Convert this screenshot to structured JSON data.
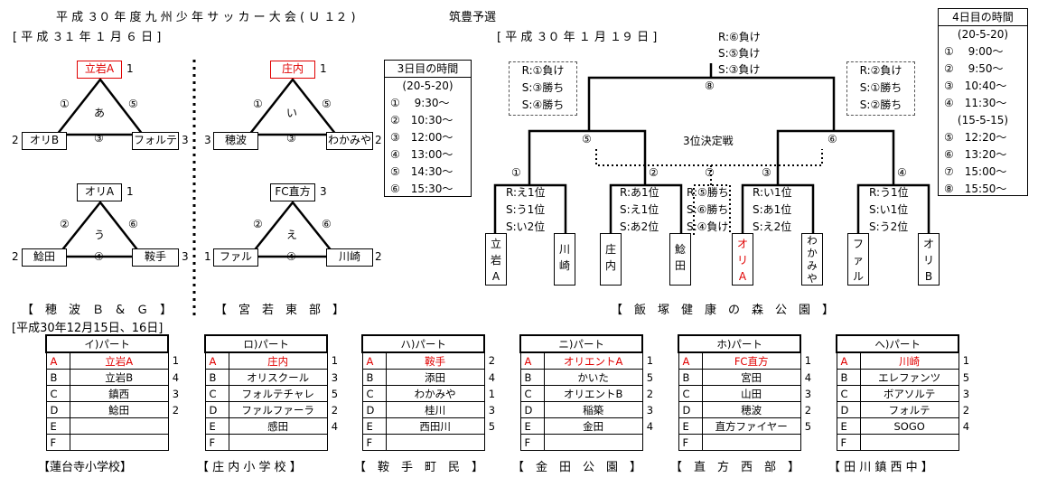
{
  "title": "平 成 ３０ 年 度 九 州 少 年 サ ッ カ ー 大 会 ( Ｕ １２ )",
  "subtitle": "筑豊予選",
  "day1_date": "[ 平 成 ３１ 年 １ 月 ６ 日 ]",
  "day4_date": "[ 平 成 ３０ 年 １ 月 １９ 日 ]",
  "groups": {
    "a": {
      "top": "立岩A",
      "top_n": "1",
      "left": "オリB",
      "left_n": "2",
      "right": "フォルテ",
      "right_n": "3",
      "center": "あ",
      "e1": "①",
      "e2": "⑤",
      "e3": "③"
    },
    "u": {
      "top": "オリA",
      "top_n": "1",
      "left": "鯰田",
      "left_n": "2",
      "right": "鞍手",
      "right_n": "3",
      "center": "う",
      "e1": "②",
      "e2": "⑥",
      "e3": "④"
    },
    "i": {
      "top": "庄内",
      "top_n": "1",
      "left": "穂波",
      "left_n": "3",
      "right": "わかみや",
      "right_n": "2",
      "center": "い",
      "e1": "①",
      "e2": "⑤",
      "e3": "③"
    },
    "e": {
      "top": "FC直方",
      "top_n": "3",
      "left": "ファル",
      "left_n": "1",
      "right": "川崎",
      "right_n": "2",
      "center": "え",
      "e1": "②",
      "e2": "⑥",
      "e3": "④"
    }
  },
  "day3": {
    "title": "3日目の時間",
    "sub": "(20-5-20)",
    "rows": [
      "①　 9:30～",
      "②　10:30～",
      "③　12:00～",
      "④　13:00～",
      "⑤　14:30～",
      "⑥　15:30～"
    ]
  },
  "day4": {
    "title": "4日目の時間",
    "sub1": "(20-5-20)",
    "rows1": [
      "①　 9:00～",
      "②　 9:50～",
      "③　10:40～",
      "④　11:30～"
    ],
    "sub2": "(15-5-15)",
    "rows2": [
      "⑤　12:20～",
      "⑥　13:20～",
      "⑦　15:00～",
      "⑧　15:50～"
    ]
  },
  "bracket": {
    "final_rule": [
      "R:⑥負け",
      "S:⑤負け",
      "S:③負け"
    ],
    "left_rule": [
      "R:①負け",
      "S:③勝ち",
      "S:④勝ち"
    ],
    "right_rule": [
      "R:②負け",
      "S:①勝ち",
      "S:②勝ち"
    ],
    "third": "3位決定戦",
    "m8": "⑧",
    "m5": "⑤",
    "m6": "⑥",
    "m1": "①",
    "m2": "②",
    "m3": "③",
    "m4": "④",
    "m7": "⑦",
    "s1": [
      "R:え1位",
      "S:う1位",
      "S:い2位"
    ],
    "s2": [
      "R:あ1位",
      "S:え1位",
      "S:あ2位"
    ],
    "s7": [
      "R:⑤勝ち",
      "S:⑥勝ち",
      "S:④負け"
    ],
    "s3": [
      "R:い1位",
      "S:あ1位",
      "S:え2位"
    ],
    "s4": [
      "R:う1位",
      "S:い1位",
      "S:う2位"
    ],
    "teams": [
      "立岩A",
      "川崎",
      "庄内",
      "鯰田",
      "オリA",
      "わかみや",
      "ファル",
      "オリB"
    ]
  },
  "venues": {
    "v1": "【　穂　波　Ｂ　&　Ｇ　】",
    "v2": "【　宮　若　東　部　】",
    "v3": "【　飯　塚　健　康　の　森　公　園　】"
  },
  "day2_date": "[平成30年12月15日、16日]",
  "parts": [
    {
      "title": "イ)パート",
      "rows": [
        [
          "A",
          "立岩A",
          "1",
          true
        ],
        [
          "B",
          "立岩B",
          "4",
          false
        ],
        [
          "C",
          "鎮西",
          "3",
          false
        ],
        [
          "D",
          "鯰田",
          "2",
          false
        ],
        [
          "E",
          "",
          "",
          false
        ],
        [
          "F",
          "",
          "",
          false
        ]
      ],
      "venue": "【蓮台寺小学校】"
    },
    {
      "title": "ロ)パート",
      "rows": [
        [
          "A",
          "庄内",
          "1",
          true
        ],
        [
          "B",
          "オリスクール",
          "3",
          false
        ],
        [
          "C",
          "フォルテチャレ",
          "5",
          false
        ],
        [
          "D",
          "ファルファーラ",
          "2",
          false
        ],
        [
          "E",
          "感田",
          "4",
          false
        ],
        [
          "F",
          "",
          "",
          false
        ]
      ],
      "venue": "【 庄 内 小 学 校 】"
    },
    {
      "title": "ハ)パート",
      "rows": [
        [
          "A",
          "鞍手",
          "2",
          true
        ],
        [
          "B",
          "添田",
          "4",
          false
        ],
        [
          "C",
          "わかみや",
          "1",
          false
        ],
        [
          "D",
          "桂川",
          "3",
          false
        ],
        [
          "E",
          "西田川",
          "5",
          false
        ],
        [
          "F",
          "",
          "",
          false
        ]
      ],
      "venue": "【　鞍　手　町　民　】"
    },
    {
      "title": "ニ)パート",
      "rows": [
        [
          "A",
          "オリエントA",
          "1",
          true
        ],
        [
          "B",
          "かいた",
          "5",
          false
        ],
        [
          "C",
          "オリエントB",
          "2",
          false
        ],
        [
          "D",
          "稲築",
          "3",
          false
        ],
        [
          "E",
          "金田",
          "4",
          false
        ],
        [
          "F",
          "",
          "",
          false
        ]
      ],
      "venue": "【　金　田　公　園　】"
    },
    {
      "title": "ホ)パート",
      "rows": [
        [
          "A",
          "FC直方",
          "1",
          true
        ],
        [
          "B",
          "宮田",
          "4",
          false
        ],
        [
          "C",
          "山田",
          "3",
          false
        ],
        [
          "D",
          "穂波",
          "2",
          false
        ],
        [
          "E",
          "直方ファイヤー",
          "5",
          false
        ],
        [
          "F",
          "",
          "",
          false
        ]
      ],
      "venue": "【　直　方　西　部　】"
    },
    {
      "title": "へ)パート",
      "rows": [
        [
          "A",
          "川崎",
          "1",
          true
        ],
        [
          "B",
          "エレファンツ",
          "5",
          false
        ],
        [
          "C",
          "ボアソルテ",
          "3",
          false
        ],
        [
          "D",
          "フォルテ",
          "2",
          false
        ],
        [
          "E",
          "SOGO",
          "4",
          false
        ],
        [
          "F",
          "",
          "",
          false
        ]
      ],
      "venue": "【 田 川 鎮 西 中 】"
    }
  ],
  "colors": {
    "accent": "#e00000"
  }
}
